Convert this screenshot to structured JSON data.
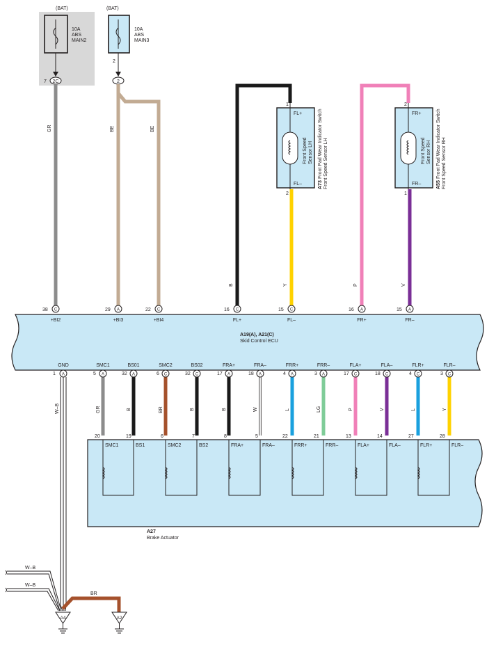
{
  "fuses": [
    {
      "bat": "(BAT)",
      "rating": "10A",
      "line1": "ABS",
      "line2": "MAIN2",
      "pin": "7",
      "conn": "2C"
    },
    {
      "bat": "(BAT)",
      "rating": "10A",
      "line1": "ABS",
      "line2": "MAIN3",
      "pin": "2",
      "conn": "2"
    }
  ],
  "sensors": [
    {
      "id": "A73",
      "name1": "Front Pad Wear Indicator Switch",
      "name2": "Front Speed Sensor LH",
      "inner1": "Front Speed",
      "inner2": "Sensor LH",
      "top_pin": "1",
      "top_label": "FL+",
      "bot_pin": "2",
      "bot_label": "FL–"
    },
    {
      "id": "A55",
      "name1": "Front Pad Wear Indicator Switch",
      "name2": "Front Speed Sensor RH",
      "inner1": "Front Speed",
      "inner2": "Sensor RH",
      "top_pin": "2",
      "top_label": "FR+",
      "bot_pin": "1",
      "bot_label": "FR–"
    }
  ],
  "upper_wires": [
    {
      "color_code": "GR",
      "pin": "38",
      "conn": "C",
      "label": "+BI2",
      "hex": "#8c8c8c"
    },
    {
      "color_code": "BE",
      "pin": "29",
      "conn": "A",
      "label": "+BI3",
      "hex": "#c2ab93"
    },
    {
      "color_code": "BE",
      "pin": "22",
      "conn": "C",
      "label": "+BI4",
      "hex": "#c2ab93"
    },
    {
      "color_code": "B",
      "pin": "16",
      "conn": "C",
      "label": "FL+",
      "hex": "#1a1a1a"
    },
    {
      "color_code": "Y",
      "pin": "15",
      "conn": "C",
      "label": "FL–",
      "hex": "#ffd200"
    },
    {
      "color_code": "P",
      "pin": "16",
      "conn": "A",
      "label": "FR+",
      "hex": "#f080b8"
    },
    {
      "color_code": "V",
      "pin": "15",
      "conn": "A",
      "label": "FR–",
      "hex": "#7a2f96"
    }
  ],
  "ecu": {
    "title": "A19(A), A21(C)",
    "name": "Skid Control ECU",
    "fill": "#c9e8f6"
  },
  "lower_wires": [
    {
      "label": "GND",
      "pin": "1",
      "conn": "A",
      "color_code": "W–B",
      "act_pin": "",
      "act_label": "",
      "hex": "#ffffff"
    },
    {
      "label": "SMC1",
      "pin": "5",
      "conn": "A",
      "color_code": "GR",
      "act_pin": "20",
      "act_label": "SMC1",
      "hex": "#8c8c8c"
    },
    {
      "label": "BS01",
      "pin": "32",
      "conn": "A",
      "color_code": "B",
      "act_pin": "19",
      "act_label": "BS1",
      "hex": "#1a1a1a"
    },
    {
      "label": "SMC2",
      "pin": "6",
      "conn": "C",
      "color_code": "BR",
      "act_pin": "6",
      "act_label": "SMC2",
      "hex": "#a5512c"
    },
    {
      "label": "BS02",
      "pin": "32",
      "conn": "C",
      "color_code": "B",
      "act_pin": "7",
      "act_label": "BS2",
      "hex": "#1a1a1a"
    },
    {
      "label": "FRA+",
      "pin": "17",
      "conn": "A",
      "color_code": "B",
      "act_pin": "8",
      "act_label": "FRA+",
      "hex": "#1a1a1a"
    },
    {
      "label": "FRA–",
      "pin": "18",
      "conn": "A",
      "color_code": "W",
      "act_pin": "5",
      "act_label": "FRA–",
      "hex": "#ffffff"
    },
    {
      "label": "FRR+",
      "pin": "4",
      "conn": "A",
      "color_code": "L",
      "act_pin": "22",
      "act_label": "FRR+",
      "hex": "#1aa0de"
    },
    {
      "label": "FRR–",
      "pin": "3",
      "conn": "A",
      "color_code": "LG",
      "act_pin": "21",
      "act_label": "FRR–",
      "hex": "#7fcc98"
    },
    {
      "label": "FLA+",
      "pin": "17",
      "conn": "C",
      "color_code": "P",
      "act_pin": "13",
      "act_label": "FLA+",
      "hex": "#f080b8"
    },
    {
      "label": "FLA–",
      "pin": "18",
      "conn": "C",
      "color_code": "V",
      "act_pin": "14",
      "act_label": "FLA–",
      "hex": "#7a2f96"
    },
    {
      "label": "FLR+",
      "pin": "4",
      "conn": "C",
      "color_code": "L",
      "act_pin": "27",
      "act_label": "FLR+",
      "hex": "#1aa0de"
    },
    {
      "label": "FLR–",
      "pin": "3",
      "conn": "C",
      "color_code": "Y",
      "act_pin": "28",
      "act_label": "FLR–",
      "hex": "#ffd200"
    }
  ],
  "actuator": {
    "id": "A27",
    "name": "Brake Actuator"
  },
  "ground": {
    "wire1": "W–B",
    "wire2": "W–B",
    "br_label": "BR",
    "g1": "A4",
    "g2": "A2"
  }
}
